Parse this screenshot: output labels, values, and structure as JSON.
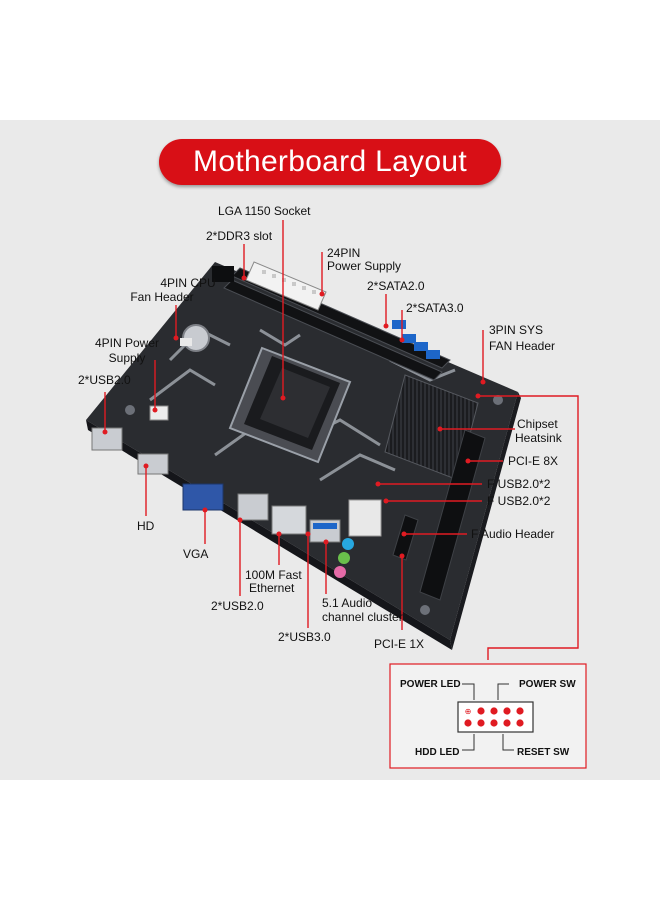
{
  "title": "Motherboard Layout",
  "colors": {
    "accent": "#d80f16",
    "board": "#2a2c30",
    "background": "#eaeaea"
  },
  "labels": {
    "lga_socket": "LGA 1150 Socket",
    "ddr3": "2*DDR3 slot",
    "pin24_1": "24PIN",
    "pin24_2": "Power Supply",
    "cpu_fan_1": "4PIN CPU",
    "cpu_fan_2": "Fan Header",
    "sata2": "2*SATA2.0",
    "sata3": "2*SATA3.0",
    "sys_fan_1": "3PIN SYS",
    "sys_fan_2": "FAN Header",
    "pin4_1": "4PIN Power",
    "pin4_2": "Supply",
    "usb2_left": "2*USB2.0",
    "chipset_1": "Chipset",
    "chipset_2": "Heatsink",
    "pcie8x": "PCI-E 8X",
    "fusb_1": "F USB2.0*2",
    "fusb_2": "F USB2.0*2",
    "faudio": "F Audio Header",
    "hd": "HD",
    "vga": "VGA",
    "eth_1": "100M Fast",
    "eth_2": "Ethernet",
    "usb2_bottom": "2*USB2.0",
    "audio_1": "5.1 Audio",
    "audio_2": "channel cluster",
    "usb3": "2*USB3.0",
    "pcie1x": "PCI-E 1X"
  },
  "front_panel": {
    "power_led": "POWER LED",
    "power_sw": "POWER SW",
    "hdd_led": "HDD LED",
    "reset_sw": "RESET SW"
  }
}
